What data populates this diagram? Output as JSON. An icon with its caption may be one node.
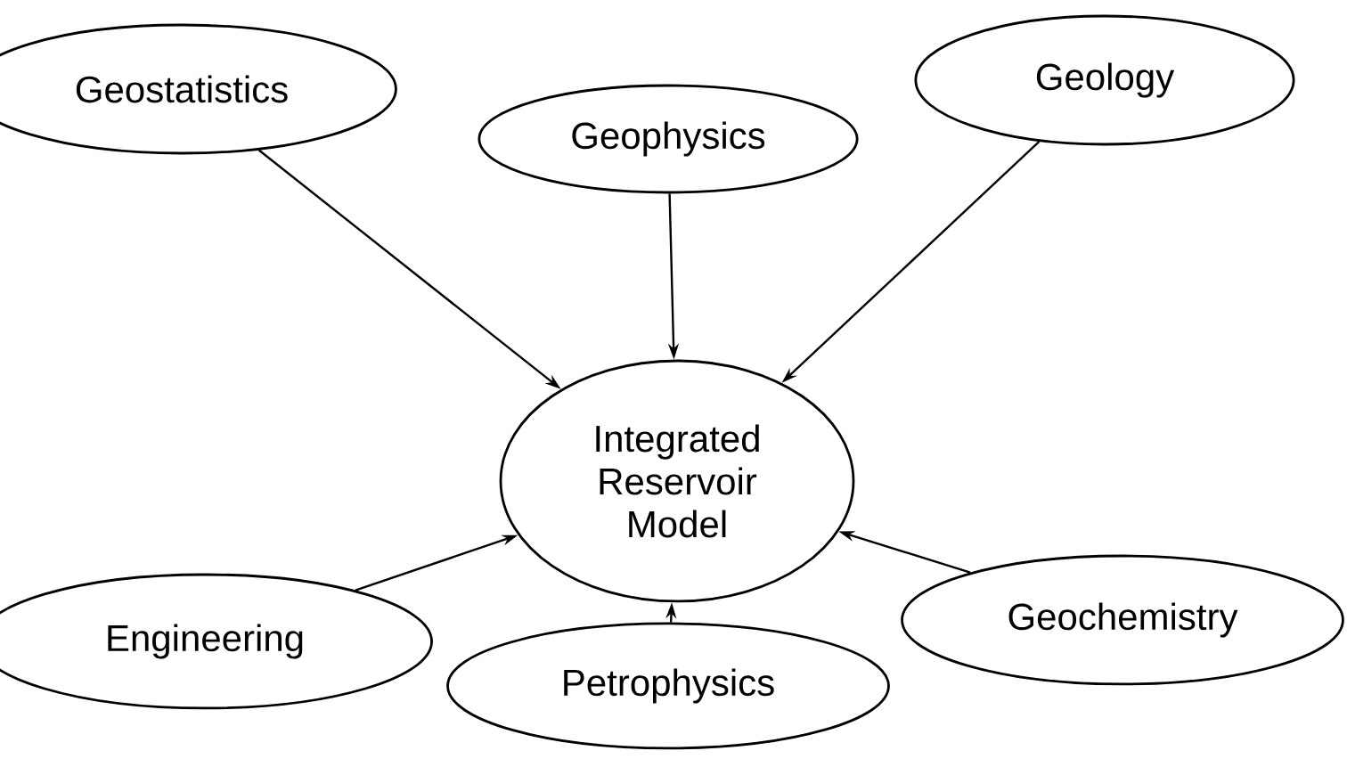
{
  "diagram": {
    "nodes": [
      {
        "text": [
          "Geostatistics"
        ]
      },
      {
        "text": [
          "Geophysics"
        ]
      },
      {
        "text": [
          "Geology"
        ]
      },
      {
        "text": [
          "Integrated Reservoir Model"
        ]
      },
      {
        "text": [
          "Engineering"
        ]
      },
      {
        "text": [
          "Geochemistry"
        ]
      },
      {
        "text": [
          "Petrophysics"
        ]
      }
    ],
    "edges": [
      {
        "from": 0,
        "to": 3,
        "arrow": "to"
      },
      {
        "from": 1,
        "to": 3,
        "arrow": "to"
      },
      {
        "from": 2,
        "to": 3,
        "arrow": "to"
      },
      {
        "from": 4,
        "to": 3,
        "arrow": "to"
      },
      {
        "from": 5,
        "to": 3,
        "arrow": "to"
      },
      {
        "from": 6,
        "to": 3,
        "arrow": "to"
      }
    ]
  }
}
